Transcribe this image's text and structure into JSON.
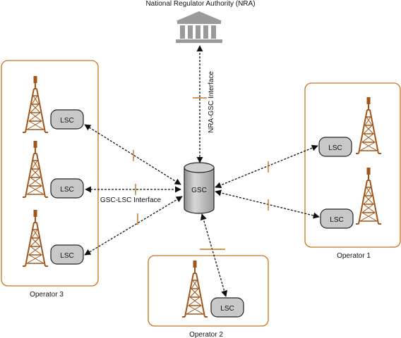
{
  "nra": {
    "label": "National Regulator Authority (NRA)"
  },
  "gsc": {
    "label": "GSC"
  },
  "interfaces": {
    "nra_gsc": "NRA-GSC Interface",
    "gsc_lsc": "GSC-LSC Interface"
  },
  "operators": [
    {
      "label": "Operator 3",
      "lsc": [
        "LSC",
        "LSC",
        "LSC"
      ]
    },
    {
      "label": "Operator 1",
      "lsc": [
        "LSC",
        "LSC"
      ]
    },
    {
      "label": "Operator 2",
      "lsc": [
        "LSC"
      ]
    }
  ],
  "colors": {
    "operator_border": "#c8751a",
    "tower": "#a0561a",
    "lsc_fill": "#c8c8c8",
    "gsc_fill": "#b8b8b8",
    "nra_icon": "#9a9a9a",
    "tick": "#c8751a",
    "arrow": "#111111"
  }
}
